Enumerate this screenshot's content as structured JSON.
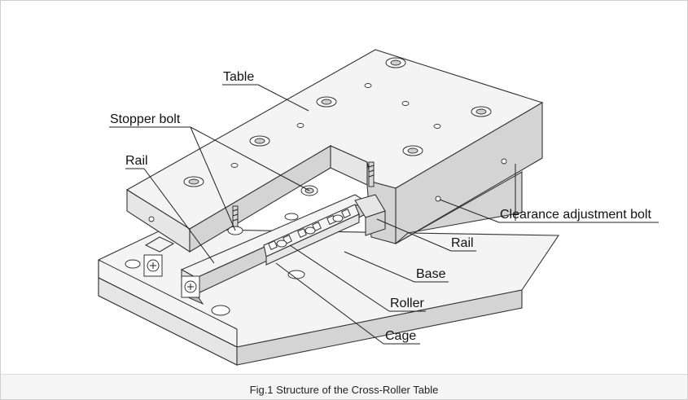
{
  "labels": {
    "table": "Table",
    "stopper_bolt": "Stopper bolt",
    "rail_left": "Rail",
    "clearance_bolt": "Clearance adjustment bolt",
    "rail_right": "Rail",
    "base": "Base",
    "roller": "Roller",
    "cage": "Cage"
  },
  "caption": "Fig.1 Structure of the Cross-Roller Table"
}
